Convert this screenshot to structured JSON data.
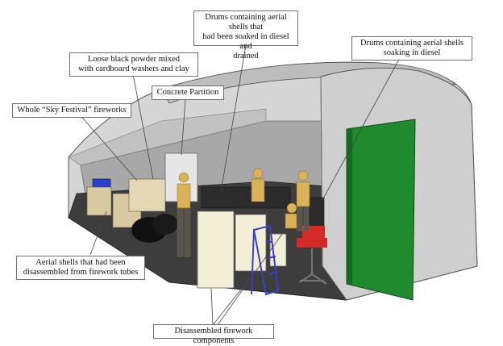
{
  "labels": {
    "drums_drained": "Drums containing aerial shells that\nhad been soaked in diesel and\ndrained",
    "drums_soaking": "Drums containing aerial shells\nsoaking in diesel",
    "black_powder": "Loose black powder mixed\nwith cardboard washers and clay",
    "concrete_partition": "Concrete Partition",
    "sky_festival": "Whole “Sky Festival” fireworks",
    "aerial_shells": "Aerial shells that had been\ndisassembled from firework tubes",
    "components": "Disassembled firework components"
  },
  "colors": {
    "door": "#1f8a2e",
    "shell_wall": "#c9c9c9",
    "floor": "#3d3d3d",
    "figure": "#d9b25a",
    "chair": "#d42a2a",
    "trolley": "#3a3fc9"
  }
}
